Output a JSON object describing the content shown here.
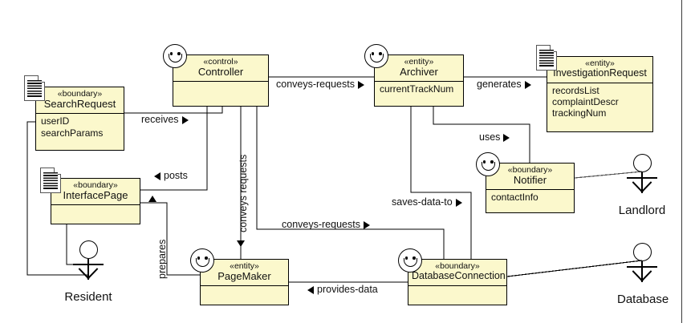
{
  "diagram": {
    "type": "uml-robustness-diagram",
    "colors": {
      "class_fill": "#fbf8cc",
      "line": "#000000",
      "background": "#ffffff",
      "doc_badge_border": "#555555"
    }
  },
  "classes": [
    {
      "id": "searchrequest",
      "stereotype": "«boundary»",
      "name": "SearchRequest",
      "icon": "document-badge-icon",
      "attributes": [
        "userID",
        "searchParams"
      ]
    },
    {
      "id": "controller",
      "stereotype": "«control»",
      "name": "Controller",
      "icon": "smiley-badge-icon",
      "attributes": []
    },
    {
      "id": "archiver",
      "stereotype": "«entity»",
      "name": "Archiver",
      "icon": "smiley-badge-icon",
      "attributes": [
        "currentTrackNum"
      ]
    },
    {
      "id": "investigationrequest",
      "stereotype": "«entity»",
      "name": "InvestigationRequest",
      "icon": "document-badge-icon",
      "attributes": [
        "recordsList",
        "complaintDescr",
        "trackingNum"
      ]
    },
    {
      "id": "notifier",
      "stereotype": "«boundary»",
      "name": "Notifier",
      "icon": "smiley-badge-icon",
      "attributes": [
        "contactInfo"
      ]
    },
    {
      "id": "interfacepage",
      "stereotype": "«boundary»",
      "name": "InterfacePage",
      "icon": "document-badge-icon",
      "attributes": []
    },
    {
      "id": "pagemaker",
      "stereotype": "«entity»",
      "name": "PageMaker",
      "icon": "smiley-badge-icon",
      "attributes": []
    },
    {
      "id": "databaseconnection",
      "stereotype": "«boundary»",
      "name": "DatabaseConnection",
      "icon": "smiley-badge-icon",
      "attributes": []
    }
  ],
  "actors": [
    {
      "id": "resident",
      "label": "Resident"
    },
    {
      "id": "landlord",
      "label": "Landlord"
    },
    {
      "id": "database",
      "label": "Database"
    }
  ],
  "associations": [
    {
      "id": "receives",
      "label": "receives",
      "direction": "right",
      "from": "searchrequest",
      "to": "controller"
    },
    {
      "id": "conveys-requests-top",
      "label": "conveys-requests",
      "direction": "right",
      "from": "controller",
      "to": "archiver"
    },
    {
      "id": "generates",
      "label": "generates",
      "direction": "right",
      "from": "archiver",
      "to": "investigationrequest"
    },
    {
      "id": "uses",
      "label": "uses",
      "direction": "right",
      "from": "archiver",
      "to": "notifier"
    },
    {
      "id": "posts",
      "label": "posts",
      "direction": "left",
      "from": "controller",
      "to": "interfacepage"
    },
    {
      "id": "conveys-requests-vertical",
      "label": "conveys requests",
      "direction": "down",
      "orientation": "vertical",
      "from": "controller",
      "to": "pagemaker"
    },
    {
      "id": "prepares",
      "label": "prepares",
      "direction": "up",
      "orientation": "vertical",
      "from": "pagemaker",
      "to": "interfacepage"
    },
    {
      "id": "conveys-requests-mid",
      "label": "conveys-requests",
      "direction": "right",
      "from": "controller",
      "to": "databaseconnection"
    },
    {
      "id": "saves-data-to",
      "label": "saves-data-to",
      "direction": "right",
      "from": "archiver",
      "to": "databaseconnection"
    },
    {
      "id": "provides-data",
      "label": "provides-data",
      "direction": "left",
      "from": "databaseconnection",
      "to": "pagemaker"
    }
  ]
}
